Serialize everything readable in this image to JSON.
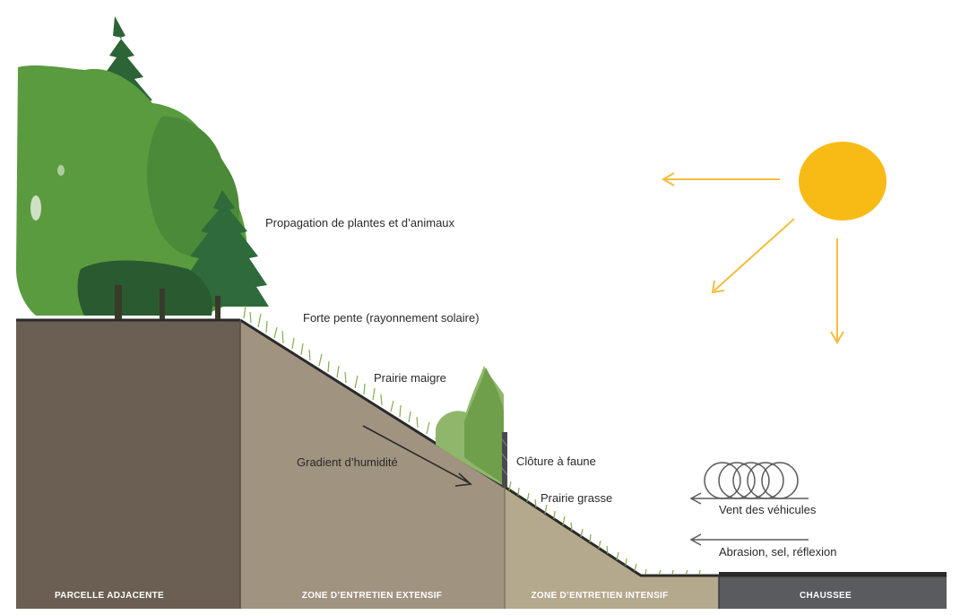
{
  "labels": {
    "propagation": "Propagation de plantes et d’animaux",
    "forte_pente": "Forte pente (rayonnement solaire)",
    "prairie_maigre": "Prairie maigre",
    "gradient": "Gradient d’humidité",
    "cloture": "Clôture à faune",
    "prairie_grasse": "Prairie grasse",
    "vent": "Vent des véhicules",
    "abrasion": "Abrasion, sel, réflexion"
  },
  "zones": {
    "parcelle": "PARCELLE ADJACENTE",
    "extensif": "ZONE D’ENTRETIEN EXTENSIF",
    "intensif": "ZONE D’ENTRETIEN INTENSIF",
    "chaussee": "CHAUSSEE"
  },
  "colors": {
    "sun": "#f8bb16",
    "sun_rays": "#f3bd3e",
    "parcel_soil": "#6b5e52",
    "extensive_soil": "#a09380",
    "intensive_soil": "#b4a88d",
    "road": "#5a5b5e",
    "tree_light": "#5a9b3f",
    "tree_dark": "#2c6435",
    "grass": "#7fae4e"
  },
  "icons": [
    "sun-icon",
    "tree-icon",
    "wildlife-fence-icon",
    "wind-swirl-icon",
    "arrow-icon"
  ]
}
